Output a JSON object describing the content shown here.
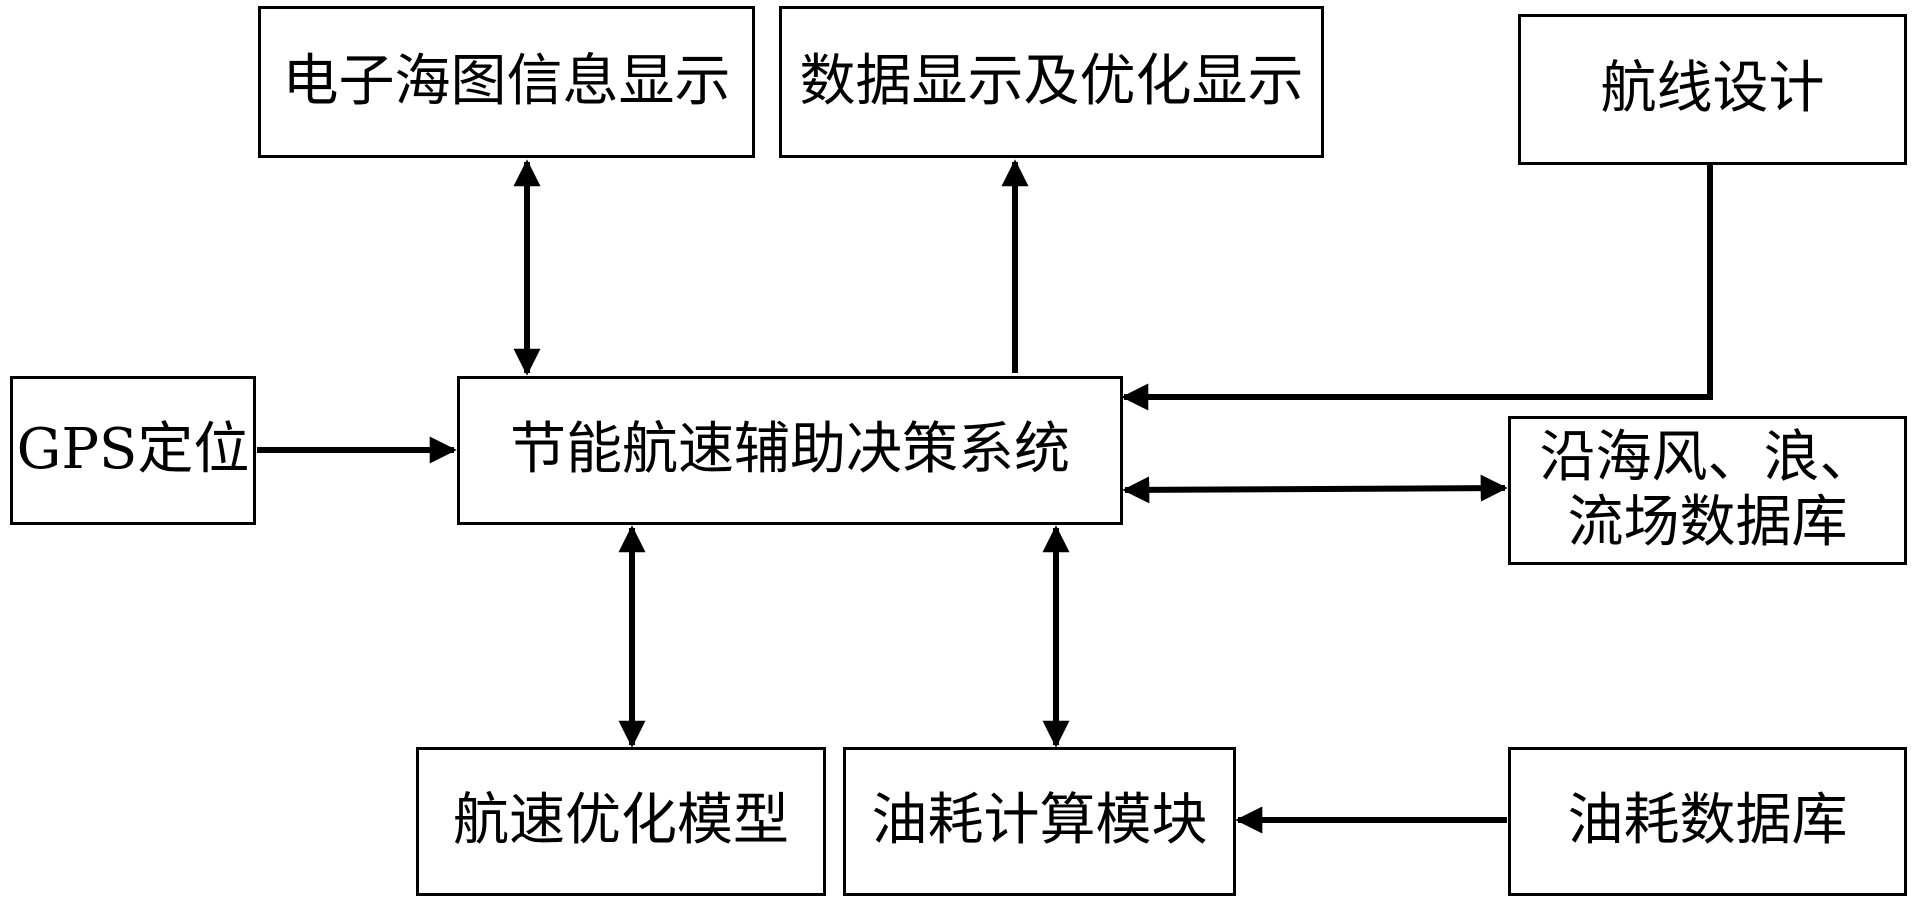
{
  "diagram": {
    "nodes": {
      "chart_display": "电子海图信息显示",
      "data_display": "数据显示及优化显示",
      "route_design": "航线设计",
      "gps": "GPS定位",
      "decision_system": "节能航速辅助决策系统",
      "env_db_line1": "沿海风、浪、",
      "env_db_line2": "流场数据库",
      "speed_model": "航速优化模型",
      "fuel_calc": "油耗计算模块",
      "fuel_db": "油耗数据库"
    },
    "edges": [
      {
        "from": "chart_display",
        "to": "decision_system",
        "direction": "both"
      },
      {
        "from": "decision_system",
        "to": "data_display",
        "direction": "forward"
      },
      {
        "from": "route_design",
        "to": "decision_system",
        "direction": "forward"
      },
      {
        "from": "gps",
        "to": "decision_system",
        "direction": "forward"
      },
      {
        "from": "decision_system",
        "to": "env_db",
        "direction": "both"
      },
      {
        "from": "decision_system",
        "to": "speed_model",
        "direction": "both"
      },
      {
        "from": "decision_system",
        "to": "fuel_calc",
        "direction": "both"
      },
      {
        "from": "fuel_db",
        "to": "fuel_calc",
        "direction": "forward"
      }
    ]
  }
}
